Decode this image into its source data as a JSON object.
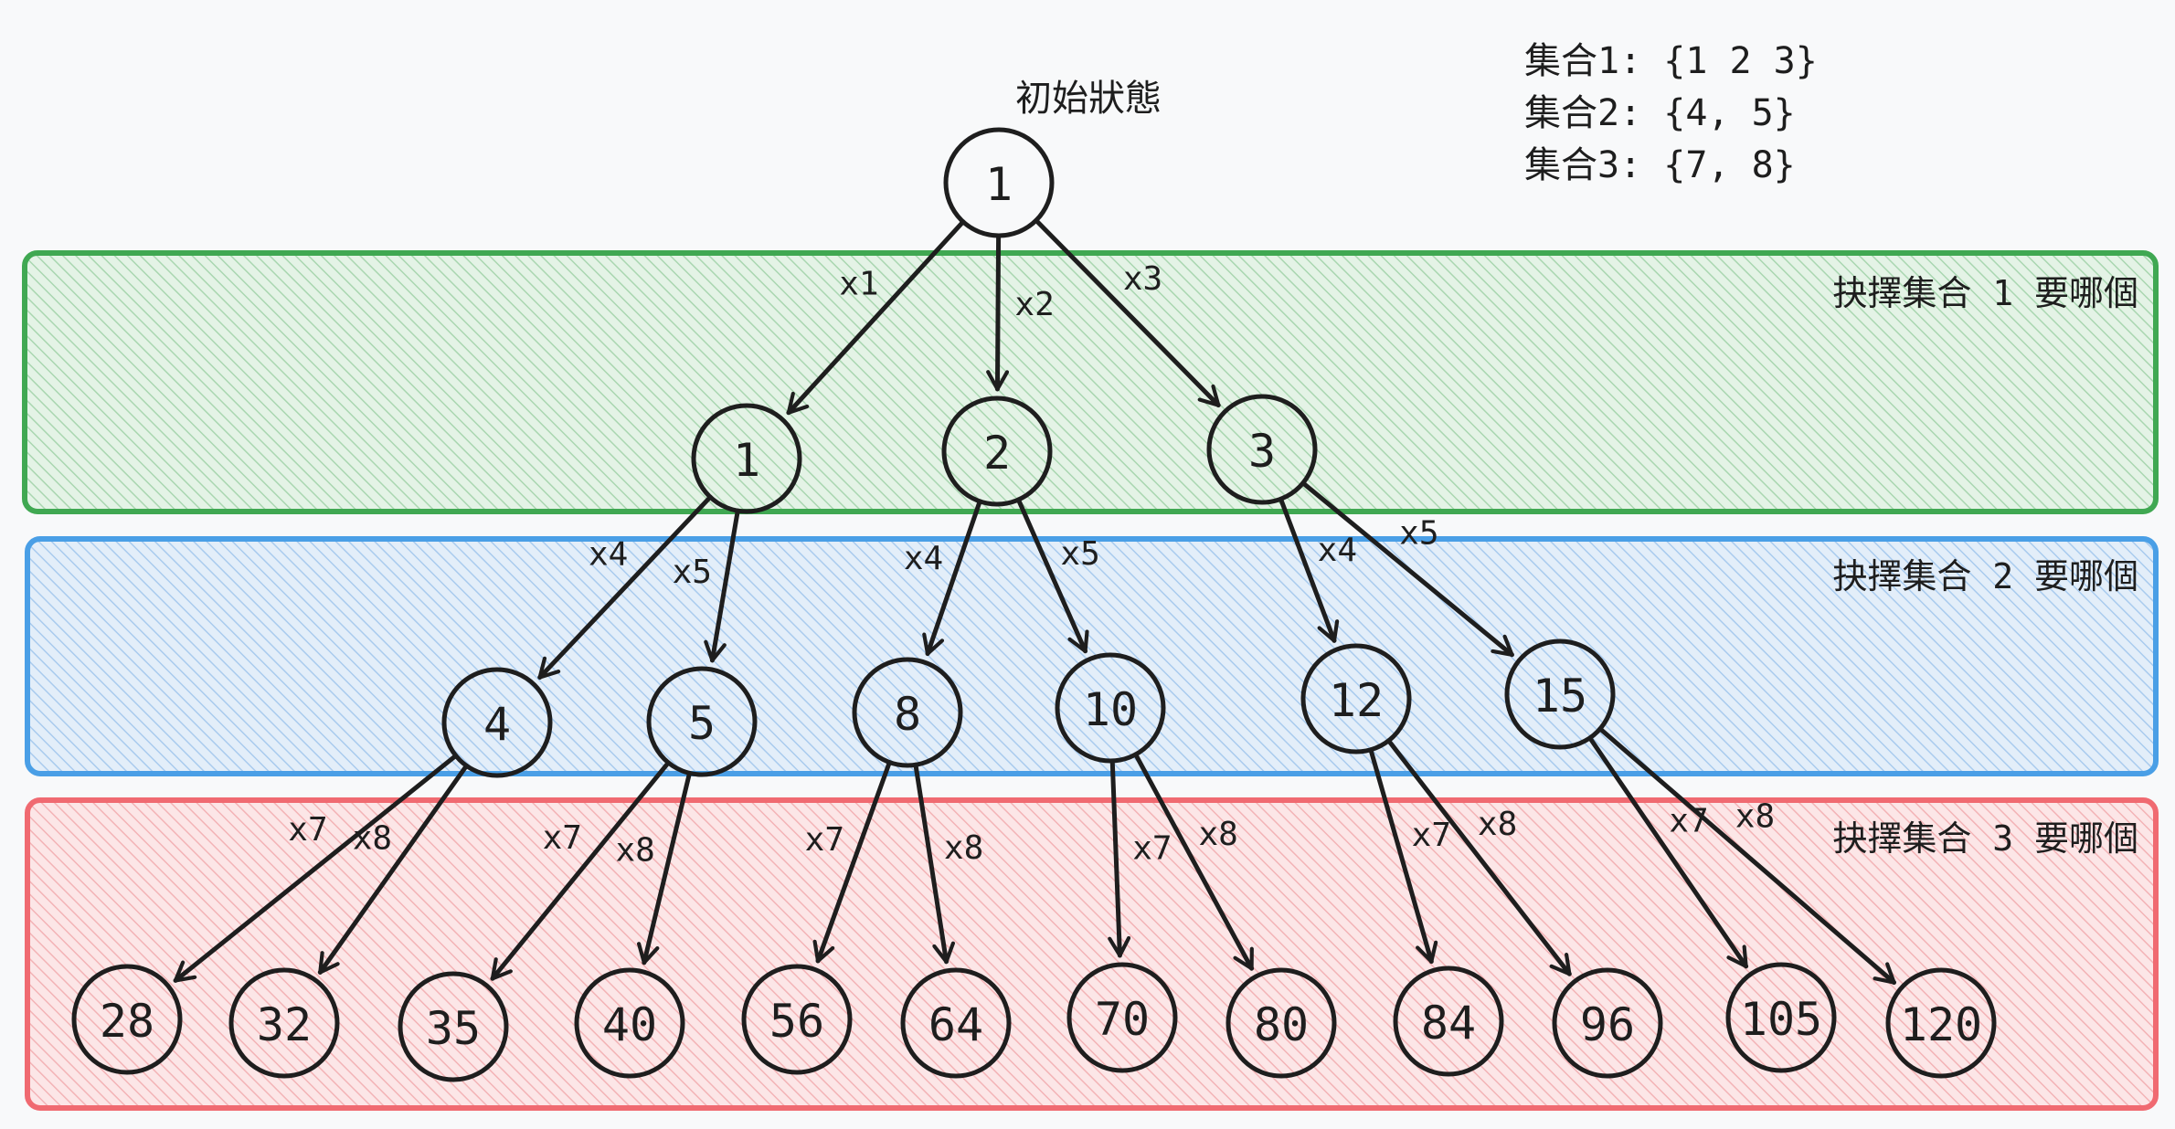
{
  "title": "初始狀態",
  "sets": [
    "集合1: {1 2 3}",
    "集合2: {4, 5}",
    "集合3: {7, 8}"
  ],
  "bands": [
    {
      "label": "抉擇集合 1 要哪個",
      "color": "#40a852",
      "fill": "#cfe9d3"
    },
    {
      "label": "抉擇集合 2 要哪個",
      "color": "#4a9fe6",
      "fill": "#d2e5f7"
    },
    {
      "label": "抉擇集合 3 要哪個",
      "color": "#f06a71",
      "fill": "#fad4d6"
    }
  ],
  "nodes": [
    {
      "id": "root",
      "label": "1"
    },
    {
      "id": "a1",
      "label": "1"
    },
    {
      "id": "a2",
      "label": "2"
    },
    {
      "id": "a3",
      "label": "3"
    },
    {
      "id": "b4",
      "label": "4"
    },
    {
      "id": "b5",
      "label": "5"
    },
    {
      "id": "b8",
      "label": "8"
    },
    {
      "id": "b10",
      "label": "10"
    },
    {
      "id": "b12",
      "label": "12"
    },
    {
      "id": "b15",
      "label": "15"
    },
    {
      "id": "c28",
      "label": "28"
    },
    {
      "id": "c32",
      "label": "32"
    },
    {
      "id": "c35",
      "label": "35"
    },
    {
      "id": "c40",
      "label": "40"
    },
    {
      "id": "c56",
      "label": "56"
    },
    {
      "id": "c64",
      "label": "64"
    },
    {
      "id": "c70",
      "label": "70"
    },
    {
      "id": "c80",
      "label": "80"
    },
    {
      "id": "c84",
      "label": "84"
    },
    {
      "id": "c96",
      "label": "96"
    },
    {
      "id": "c105",
      "label": "105"
    },
    {
      "id": "c120",
      "label": "120"
    }
  ],
  "edges": [
    {
      "from": "root",
      "to": "a1",
      "label": "x1"
    },
    {
      "from": "root",
      "to": "a2",
      "label": "x2"
    },
    {
      "from": "root",
      "to": "a3",
      "label": "x3"
    },
    {
      "from": "a1",
      "to": "b4",
      "label": "x4"
    },
    {
      "from": "a1",
      "to": "b5",
      "label": "x5"
    },
    {
      "from": "a2",
      "to": "b8",
      "label": "x4"
    },
    {
      "from": "a2",
      "to": "b10",
      "label": "x5"
    },
    {
      "from": "a3",
      "to": "b12",
      "label": "x4"
    },
    {
      "from": "a3",
      "to": "b15",
      "label": "x5"
    },
    {
      "from": "b4",
      "to": "c28",
      "label": "x7"
    },
    {
      "from": "b4",
      "to": "c32",
      "label": "x8"
    },
    {
      "from": "b5",
      "to": "c35",
      "label": "x7"
    },
    {
      "from": "b5",
      "to": "c40",
      "label": "x8"
    },
    {
      "from": "b8",
      "to": "c56",
      "label": "x7"
    },
    {
      "from": "b8",
      "to": "c64",
      "label": "x8"
    },
    {
      "from": "b10",
      "to": "c70",
      "label": "x7"
    },
    {
      "from": "b10",
      "to": "c80",
      "label": "x8"
    },
    {
      "from": "b12",
      "to": "c84",
      "label": "x7"
    },
    {
      "from": "b12",
      "to": "c96",
      "label": "x8"
    },
    {
      "from": "b15",
      "to": "c105",
      "label": "x7"
    },
    {
      "from": "b15",
      "to": "c120",
      "label": "x8"
    }
  ]
}
